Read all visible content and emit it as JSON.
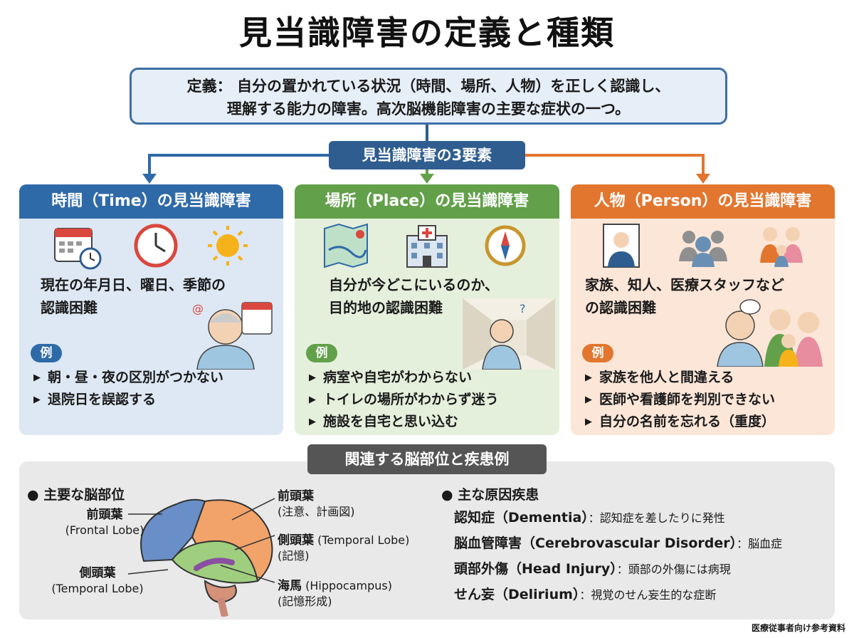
{
  "title": "見当識障害の定義と種類",
  "definition": {
    "line1": "定義： 自分の置かれている状況（時間、場所、人物）を正しく認識し、",
    "line2": "理解する能力の障害。高次脳機能障害の主要な症状の一つ。"
  },
  "elements_label": "見当識障害の3要素",
  "panels": [
    {
      "title": "時間（Time）の見当識障害",
      "desc_line1": "現在の年月日、曜日、季節の",
      "desc_line2": "認識困難",
      "example_label": "例",
      "examples": [
        "朝・昼・夜の区別がつかない",
        "退院日を誤認する"
      ]
    },
    {
      "title": "場所（Place）の見当識障害",
      "desc_line1": "自分が今どこにいるのか、",
      "desc_line2": "目的地の認識困難",
      "example_label": "例",
      "examples": [
        "病室や自宅がわからない",
        "トイレの場所がわからず迷う",
        "施設を自宅と思い込む"
      ]
    },
    {
      "title": "人物（Person）の見当識障害",
      "desc_line1": "家族、知人、医療スタッフなど",
      "desc_line2": "の認識困難",
      "example_label": "例",
      "examples": [
        "家族を他人と間違える",
        "医師や看護師を判別できない",
        "自分の名前を忘れる（重度）"
      ]
    }
  ],
  "bottom_label": "関連する脳部位と疾患例",
  "brain": {
    "heading": "● 主要な脳部位",
    "frontal_left": "前頭葉",
    "frontal_left_en": "(Frontal Lobe)",
    "temporal_left": "側頭葉",
    "temporal_left_en": "(Temporal Lobe)",
    "frontal_right": "前頭葉",
    "frontal_right_sub": "(注意、計画図)",
    "temporal_right": "側頭葉",
    "temporal_right_en": "(Temporal Lobe)",
    "temporal_right_sub": "(記憶)",
    "hippo": "海馬",
    "hippo_en": "(Hippocampus)",
    "hippo_sub": "(記憶形成)"
  },
  "diseases": {
    "heading": "● 主な原因疾患",
    "items": [
      {
        "name": "認知症（Dementia）",
        "note": "：認知症を差したりに発性"
      },
      {
        "name": "脳血管障害（Cerebrovascular Disorder）",
        "note": "：脳血症"
      },
      {
        "name": "頭部外傷（Head Injury）",
        "note": "：頭部の外傷には病現"
      },
      {
        "name": "せん妄（Delirium）",
        "note": "：視覚のせん妄生的な症断"
      }
    ]
  },
  "footer": "医療従事者向け参考資料",
  "colors": {
    "time": "#2f6aa8",
    "time_bg": "#dde8f4",
    "place": "#62a04a",
    "place_bg": "#e5f0dc",
    "person": "#e2762f",
    "person_bg": "#fbe6d8",
    "dark_blue": "#2f5d8f"
  }
}
